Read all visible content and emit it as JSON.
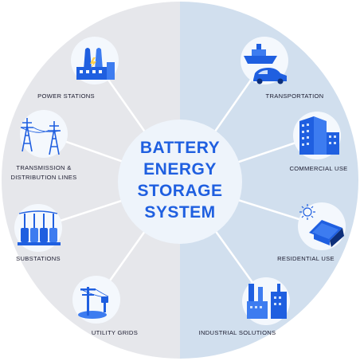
{
  "title_lines": [
    "BATTERY",
    "ENERGY",
    "STORAGE",
    "SYSTEM"
  ],
  "colors": {
    "left_half": "#e6e7eb",
    "right_half": "#d1dfee",
    "icon_bg": "#f4f8fd",
    "center_bg": "#eef4fb",
    "accent": "#1f5fe0",
    "connector": "#ffffff"
  },
  "nodes": [
    {
      "id": "power-stations",
      "icon": "power-station-icon",
      "label": [
        "POWER STATIONS"
      ]
    },
    {
      "id": "transmission",
      "icon": "transmission-tower-icon",
      "label": [
        "TRANSMISSION &",
        "DISTRIBUTION LINES"
      ]
    },
    {
      "id": "substations",
      "icon": "substation-icon",
      "label": [
        "SUBSTATIONS"
      ]
    },
    {
      "id": "utility-grids",
      "icon": "utility-pole-icon",
      "label": [
        "UTILITY GRIDS"
      ]
    },
    {
      "id": "transportation",
      "icon": "ship-and-car-icon",
      "label": [
        "TRANSPORTATION"
      ]
    },
    {
      "id": "commercial",
      "icon": "office-building-icon",
      "label": [
        "COMMERCIAL USE"
      ]
    },
    {
      "id": "residential",
      "icon": "solar-house-icon",
      "label": [
        "RESIDENTIAL USE"
      ]
    },
    {
      "id": "industrial",
      "icon": "factory-icon",
      "label": [
        "INDUSTRIAL SOLUTIONS"
      ]
    }
  ]
}
